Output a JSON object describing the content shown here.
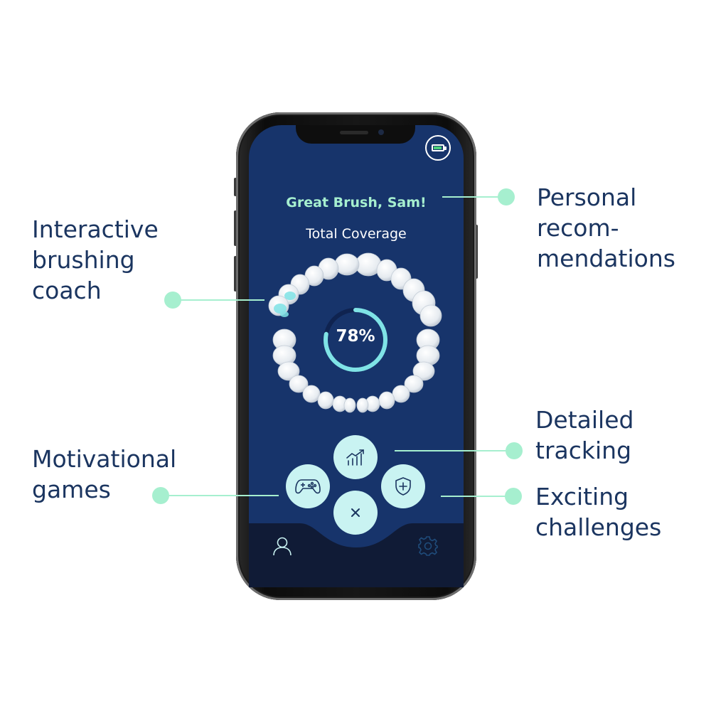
{
  "callouts": {
    "personal": [
      "Personal",
      "recom-",
      "mendations"
    ],
    "coach": [
      "Interactive",
      "brushing",
      "coach"
    ],
    "tracking": [
      "Detailed",
      "tracking"
    ],
    "games": [
      "Motivational",
      "games"
    ],
    "challenges": [
      "Exciting",
      "challenges"
    ]
  },
  "screen": {
    "greeting": "Great Brush, Sam!",
    "coverage_label": "Total Coverage",
    "coverage_percent_text": "78%",
    "coverage_value": 0.78,
    "battery_level": 0.8
  },
  "actions": {
    "tracking": "chart-icon",
    "games": "gamepad-icon",
    "challenges": "shield-plus-icon",
    "close": "close-icon"
  },
  "nav": {
    "profile": "user-icon",
    "settings": "gear-icon"
  },
  "colors": {
    "accent": "#a6efcf",
    "screen_bg": "#17346b",
    "button_bg": "#c9f3f2",
    "text_dark": "#1b3560",
    "ring": "#7fe3e6"
  }
}
